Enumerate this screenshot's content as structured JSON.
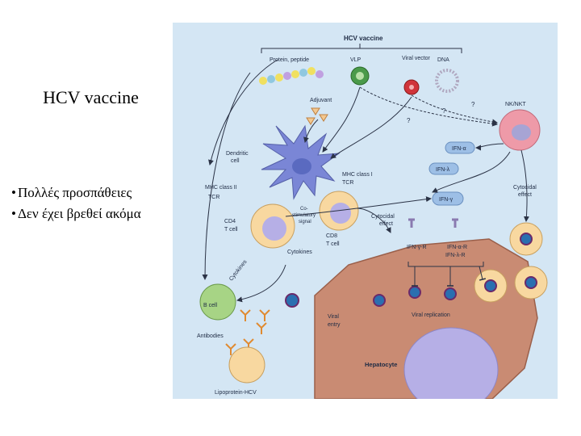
{
  "slide": {
    "title": "HCV vaccine",
    "bullets": [
      "Πολλές προσπάθειες",
      "Δεν έχει βρεθεί ακόμα"
    ]
  },
  "figure": {
    "header": "HCV vaccine",
    "vaccine_types": [
      "Protein, peptide",
      "VLP",
      "Viral vector",
      "DNA"
    ],
    "labels": {
      "adjuvant": "Adjuvant",
      "dendritic_1": "Dendritic",
      "dendritic_2": "cell",
      "mhc2": "MHC class II",
      "tcr_left": "TCR",
      "mhc1": "MHC class I",
      "tcr_right": "TCR",
      "costim_1": "Co-",
      "costim_2": "stimulatory",
      "costim_3": "signal",
      "cd4_1": "CD4",
      "cd4_2": "T cell",
      "cd8_1": "CD8",
      "cd8_2": "T cell",
      "cytokines_mid": "Cytokines",
      "cytokines_diag": "Cytokines",
      "cytocidal_1_a": "Cytocidal",
      "cytocidal_1_b": "effect",
      "cytocidal_2_a": "Cytocidal",
      "cytocidal_2_b": "effect",
      "nk": "NK/NKT",
      "ifn_a": "IFN-α",
      "ifn_l": "IFN-λ",
      "ifn_g": "IFN-γ",
      "ifngr": "IFN-γ-R",
      "ifnar": "IFN-α-R",
      "ifnlr": "IFN-λ-R",
      "bcell": "B cell",
      "antibodies": "Antibodies",
      "viral_entry_1": "Viral",
      "viral_entry_2": "entry",
      "viral_replication": "Viral replication",
      "hepatocyte": "Hepatocyte",
      "lipoprotein": "Lipoprotein-HCV",
      "q1": "?",
      "q2": "?",
      "q3": "?"
    }
  },
  "colors": {
    "panel_bg": "#d4e6f4",
    "hepatocyte": "#c98b73",
    "nucleus": "#b6afe6",
    "nk_cell": "#ee9aa8",
    "t_cell": "#f8d8a0",
    "b_cell": "#a7d485",
    "dendritic": "#7a86d6",
    "virus": "#2a6fb0",
    "ifn_pill": "#9dbfe6"
  }
}
